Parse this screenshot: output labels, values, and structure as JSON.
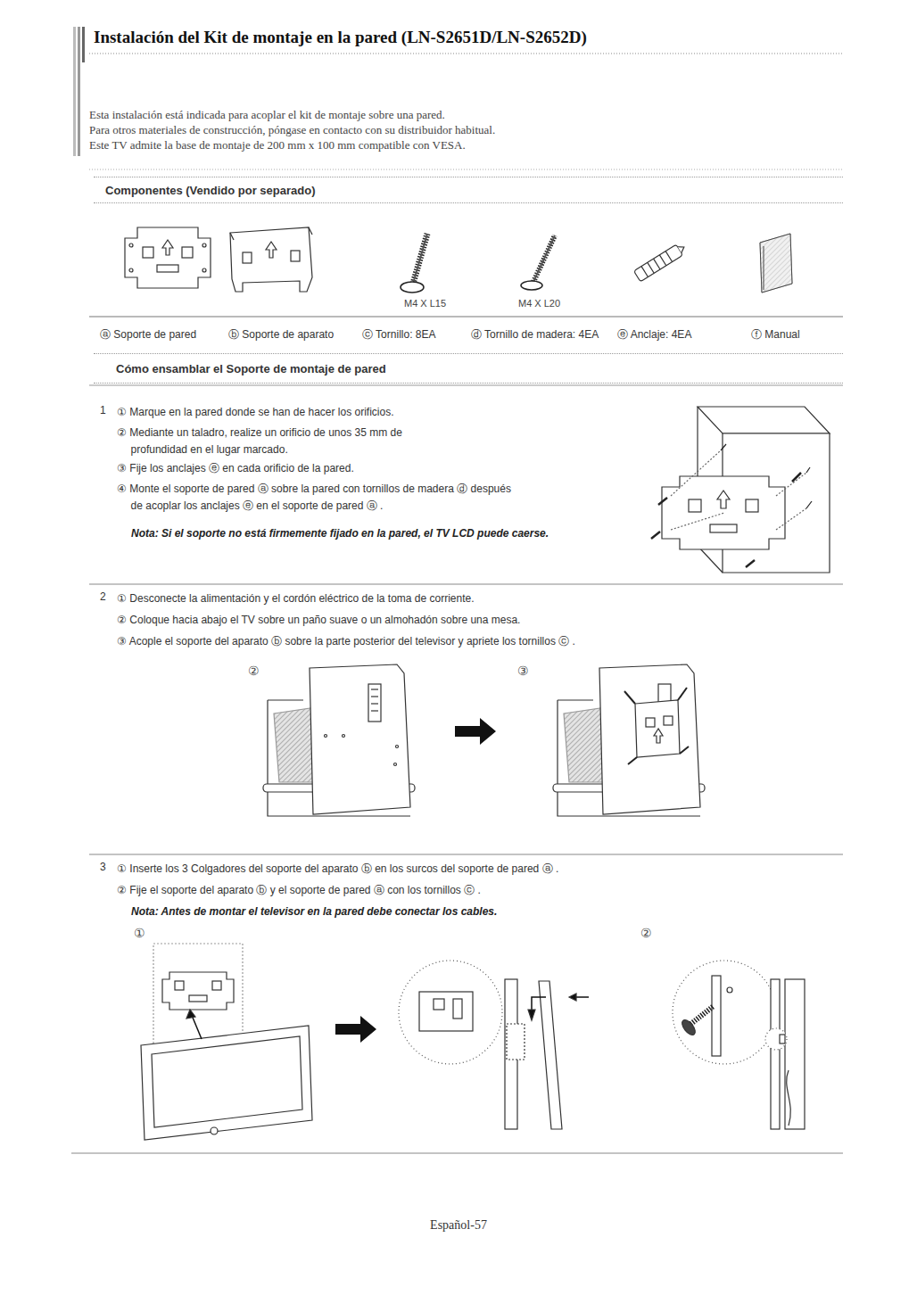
{
  "diagram": {
    "title": "Instalación del Kit de montaje en la pared (LN-S2651D/LN-S2652D)",
    "nodes": [
      {
        "text": [
          "Componentes (Vendido por separado)"
        ]
      },
      {
        "text": [
          "Cómo ensamblar el Soporte de montaje de pared"
        ]
      }
    ],
    "labels": [
      "Esta instalación está indicada para acoplar el kit de montaje sobre una pared.",
      "Para otros materiales de construcción, póngase en contacto con su distribuidor habitual.",
      "Este TV admite la base de montaje de 200 mm x 100 mm compatible con VESA.",
      "M4 X L15",
      "M4 X L20",
      "ⓐ Soporte de pared",
      "ⓑ Soporte de aparato",
      "ⓒ Tornillo: 8EA",
      "ⓓ Tornillo de madera: 4EA",
      "ⓔ Anclaje: 4EA",
      "ⓕ Manual",
      "1",
      "① Marque en la pared donde se han de hacer los orificios.",
      "② Mediante un taladro, realize un orificio de unos 35 mm de profundidad en el lugar marcado.",
      "③ Fije los anclajes ⓔ en cada orificio de la pared.",
      "④ Monte el soporte de pared ⓐ sobre la pared con tornillos de madera ⓓ después de acoplar los anclajes ⓔ en el soporte de pared ⓐ .",
      "Nota: Si el soporte no está firmemente fijado en la pared, el TV LCD puede caerse.",
      "2",
      "① Desconecte la alimentación y el cordón eléctrico de la toma de corriente.",
      "② Coloque hacia abajo el TV sobre un paño suave o un almohadón sobre una mesa.",
      "③ Acople el soporte del aparato ⓑ sobre la parte posterior del televisor y apriete los tornillos ⓒ .",
      "②",
      "③",
      "3",
      "① Inserte los 3 Colgadores del soporte del aparato ⓑ en los surcos del soporte de pared ⓐ .",
      "② Fije el soporte del aparato ⓑ y el soporte de pared ⓐ con los tornillos ⓒ .",
      "Nota: Antes de montar el televisor en la pared debe conectar los cables.",
      "①",
      "②",
      "Español-57"
    ]
  }
}
